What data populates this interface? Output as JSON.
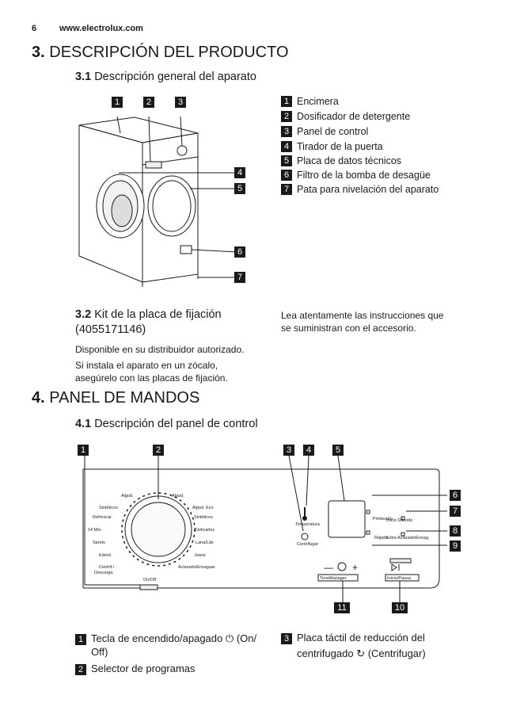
{
  "header": {
    "page_number": "6",
    "website": "www.electrolux.com"
  },
  "section3": {
    "number": "3.",
    "title": "DESCRIPCIÓN DEL PRODUCTO",
    "sub1": {
      "number": "3.1",
      "title": "Descripción general del aparato"
    },
    "legend": [
      {
        "n": "1",
        "label": "Encimera"
      },
      {
        "n": "2",
        "label": "Dosificador de detergente"
      },
      {
        "n": "3",
        "label": "Panel de control"
      },
      {
        "n": "4",
        "label": "Tirador de la puerta"
      },
      {
        "n": "5",
        "label": "Placa de datos técnicos"
      },
      {
        "n": "6",
        "label": "Filtro de la bomba de desagüe"
      },
      {
        "n": "7",
        "label": "Pata para nivelación del aparato"
      }
    ],
    "sub2": {
      "number": "3.2",
      "title_line1": "Kit de la placa de fijación",
      "title_line2": "(4055171146)",
      "para1": "Disponible en su distribuidor autorizado.",
      "para2_line1": "Si instala el aparato en un zócalo,",
      "para2_line2": "asegúrelo con las placas de fijación.",
      "right_line1": "Lea atentamente las instrucciones que",
      "right_line2": "se suministran con el accesorio."
    }
  },
  "section4": {
    "number": "4.",
    "title": "PANEL DE MANDOS",
    "sub1": {
      "number": "4.1",
      "title": "Descripción del panel de control"
    },
    "panel": {
      "left_programs": [
        "Algod.",
        "Sintéticos",
        "Refrescar",
        "14 Min.",
        "Sports",
        "Edred.",
        "Centrif./",
        "Descarga"
      ],
      "right_programs": [
        "Algod.",
        "Algod. Eco",
        "Sintéticos",
        "Delicados",
        "Lana/Lãs",
        "Jeans",
        "Aclarado/Enxaguar"
      ],
      "on_off": "On/Off",
      "temperature": "Temperatura",
      "centrifugar": "Centrifugar",
      "pre_lavado": "Prelavado",
      "rapido": "Rápido",
      "inicio_diferido": "Inicio Diferido",
      "extra_aclarado": "Extra Aclarado/Enxag.",
      "minus": "—",
      "plus": "+",
      "time_manager": "TimeManager",
      "start_pause": "Inicio/Pausa"
    },
    "legend": [
      {
        "n": "1",
        "label_line1": "Tecla de encendido/apagado",
        "label_suffix": "(On/",
        "label_line2": "Off)"
      },
      {
        "n": "2",
        "label_line1": "Selector de programas"
      },
      {
        "n": "3",
        "label_line1": "Placa táctil de reducción del",
        "label_line2": "centrifugado",
        "label_suffix": "(Centrifugar)"
      }
    ]
  }
}
